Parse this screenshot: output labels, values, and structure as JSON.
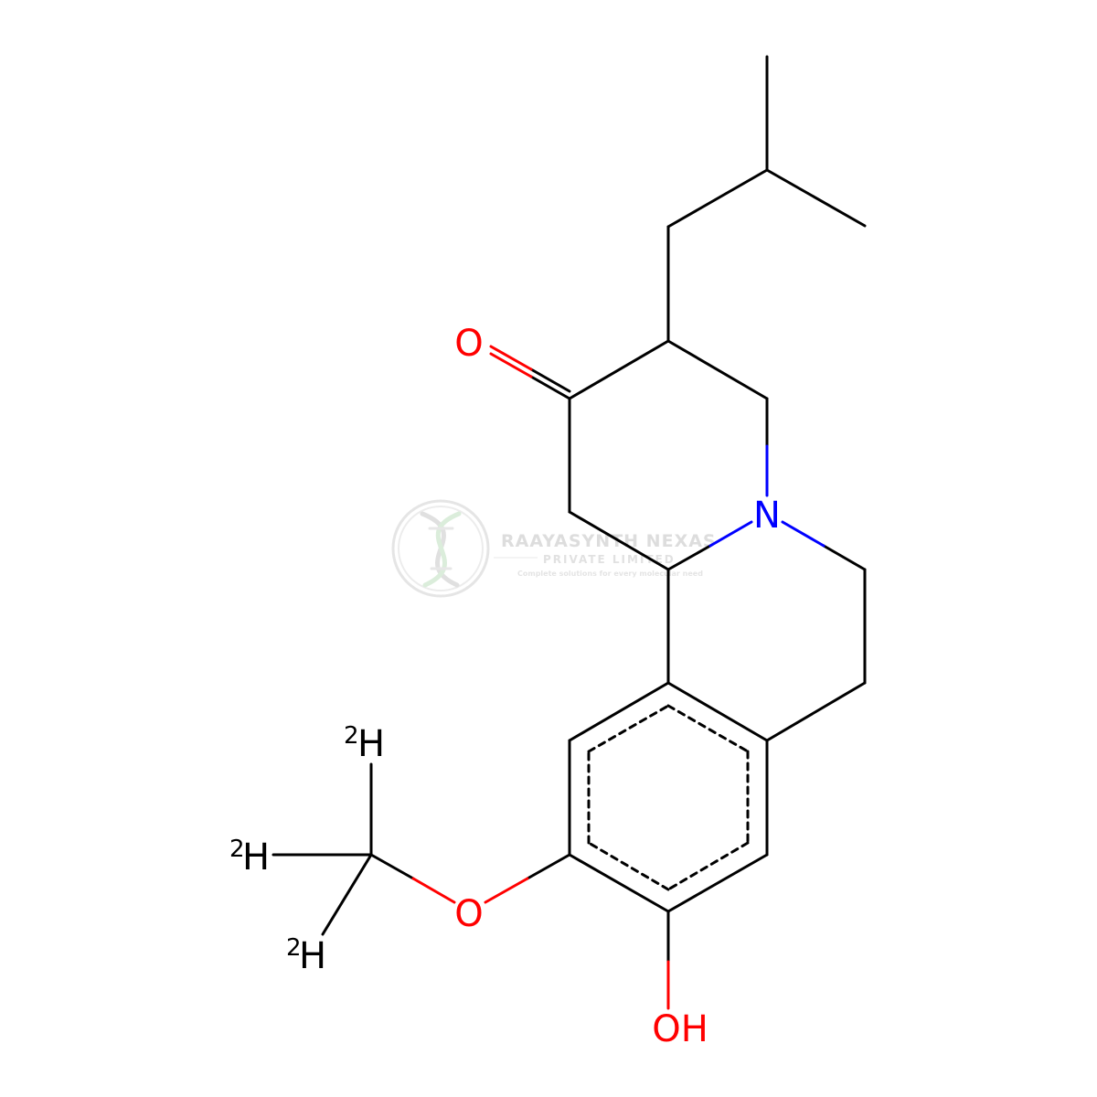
{
  "colors": {
    "carbon_bond": "#000000",
    "nitrogen": "#0000FF",
    "oxygen": "#FF0000",
    "hydrogen_label": "#000000",
    "watermark": "#d8d8d8",
    "watermark_green": "#cfe8cf"
  },
  "atoms": {
    "ketone_oxygen": "O",
    "ring_nitrogen": "N",
    "ether_oxygen": "O",
    "hydroxyl": "OH",
    "deuterium_top": {
      "isotope": "2",
      "element": "H"
    },
    "deuterium_left": {
      "isotope": "2",
      "element": "H"
    },
    "deuterium_bottom": {
      "isotope": "2",
      "element": "H"
    }
  },
  "watermark": {
    "company": "RAAYASYNTH NEXAS",
    "subtitle": "PRIVATE LIMITED",
    "tagline": "Complete solutions for every molecular need",
    "logo_icon": "dna-helix-icon"
  }
}
